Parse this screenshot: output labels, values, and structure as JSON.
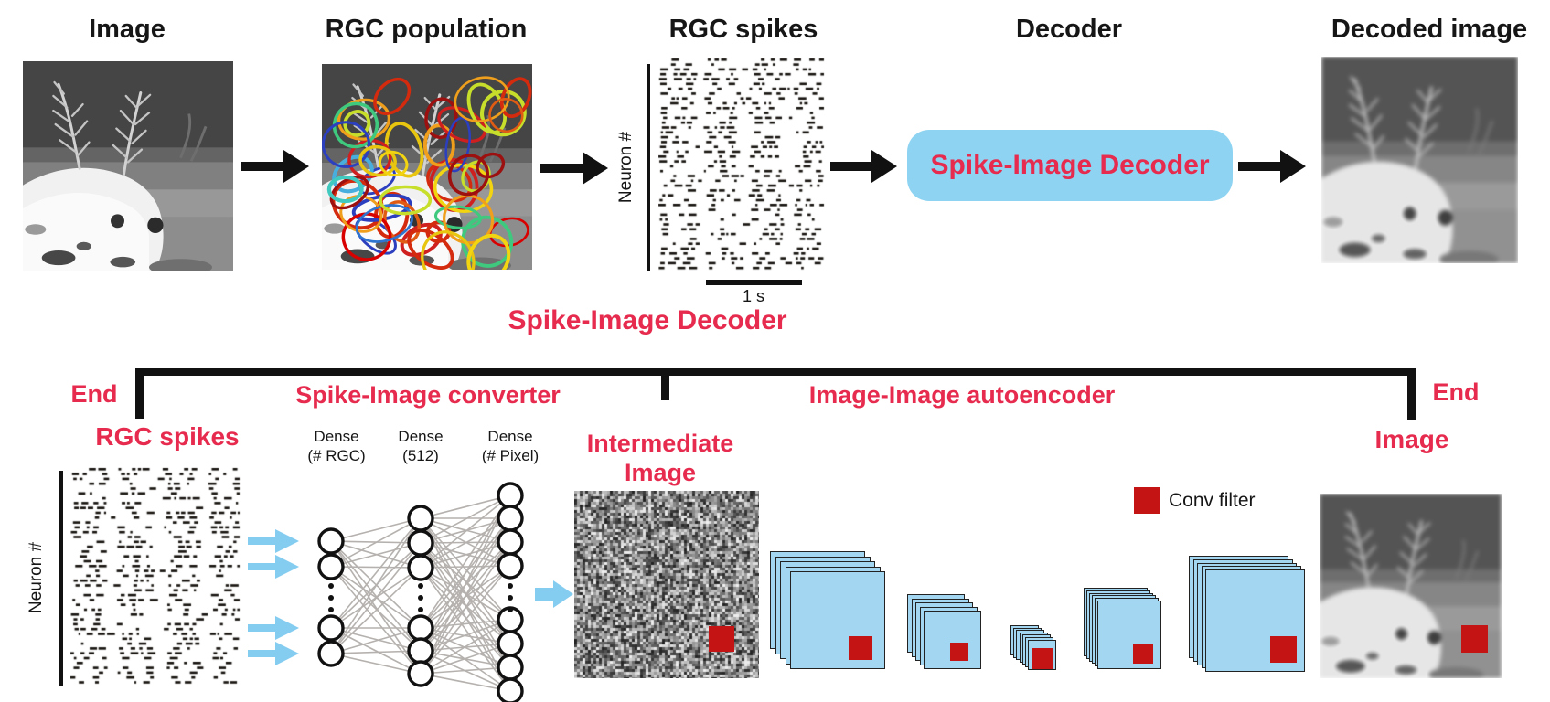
{
  "colors": {
    "ink": "#161616",
    "red_text": "#e62b4e",
    "box_blue": "#8ed4f2",
    "conv_blue": "#a3d6f0",
    "filter_red": "#c41414",
    "arrow_blue": "#85cdf0",
    "line_gray": "#b5b1ae"
  },
  "top": {
    "label_image": "Image",
    "label_rgc_population": "RGC population",
    "label_rgc_spikes": "RGC spikes",
    "label_decoder": "Decoder",
    "label_decoded_image": "Decoded image",
    "decoder_box_label": "Spike-Image Decoder",
    "neuron_axis_label": "Neuron #",
    "time_scale_label": "1 s"
  },
  "bottom": {
    "title": "Spike-Image Decoder",
    "end_left": "End",
    "end_right": "End",
    "input_label": "RGC spikes",
    "output_label": "Image",
    "section_converter": "Spike-Image converter",
    "section_autoencoder": "Image-Image autoencoder",
    "neuron_axis_label": "Neuron #",
    "dense_layers": [
      {
        "name": "Dense",
        "units": "(# RGC)"
      },
      {
        "name": "Dense",
        "units": "(512)"
      },
      {
        "name": "Dense",
        "units": "(# Pixel)"
      }
    ],
    "intermediate_line1": "Intermediate",
    "intermediate_line2": "Image",
    "conv_filter_label": "Conv filter"
  }
}
